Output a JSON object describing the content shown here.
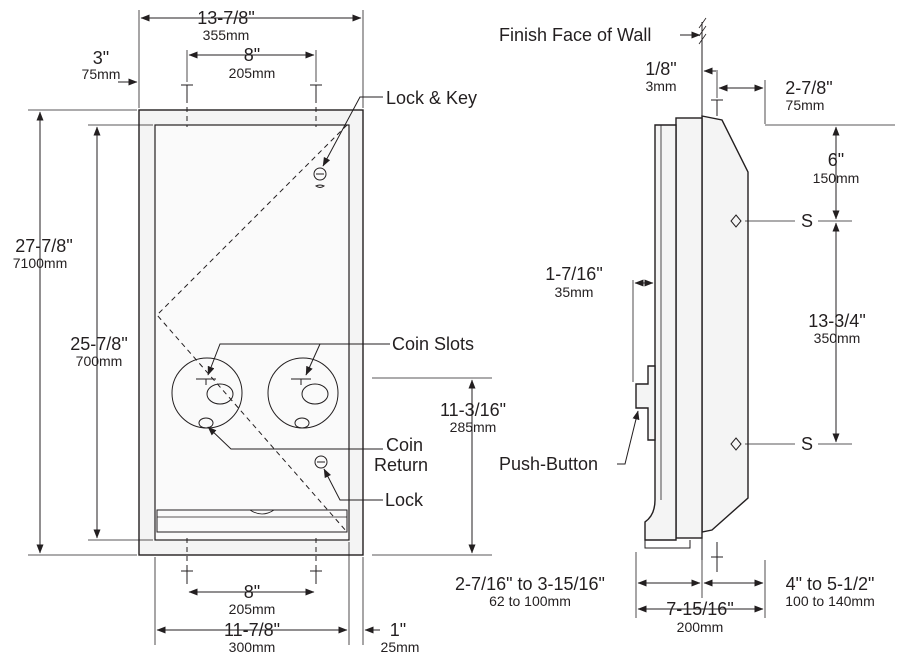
{
  "front": {
    "width_top": "13-7/8\"",
    "width_top_mm": "355mm",
    "left_offset": "3\"",
    "left_offset_mm": "75mm",
    "mount_spacing_top": "8\"",
    "mount_spacing_top_mm": "205mm",
    "height_overall": "27-7/8\"",
    "height_overall_mm": "7100mm",
    "height_inner": "25-7/8\"",
    "height_inner_mm": "700mm",
    "coin_height": "11-3/16\"",
    "coin_height_mm": "285mm",
    "mount_spacing_bottom": "8\"",
    "mount_spacing_bottom_mm": "205mm",
    "width_bottom": "11-7/8\"",
    "width_bottom_mm": "300mm",
    "right_offset": "1\"",
    "right_offset_mm": "25mm",
    "callouts": {
      "lock_key": "Lock & Key",
      "coin_slots": "Coin Slots",
      "coin_return_1": "Coin",
      "coin_return_2": "Return",
      "lock": "Lock"
    },
    "mount_mark": "T"
  },
  "side": {
    "finish_face": "Finish Face of Wall",
    "wall_gap": "1/8\"",
    "wall_gap_mm": "3mm",
    "top_offset": "2-7/8\"",
    "top_offset_mm": "75mm",
    "s_top": "6\"",
    "s_top_mm": "150mm",
    "s_spacing": "13-3/4\"",
    "s_spacing_mm": "350mm",
    "button_depth": "1-7/16\"",
    "button_depth_mm": "35mm",
    "push_button": "Push-Button",
    "recess_range": "2-7/16\" to 3-15/16\"",
    "recess_range_mm": "62 to 100mm",
    "wall_range": "4\" to 5-1/2\"",
    "wall_range_mm": "100 to 140mm",
    "depth_total": "7-15/16\"",
    "depth_total_mm": "200mm",
    "screw_mark": "S",
    "mount_mark": "T"
  }
}
